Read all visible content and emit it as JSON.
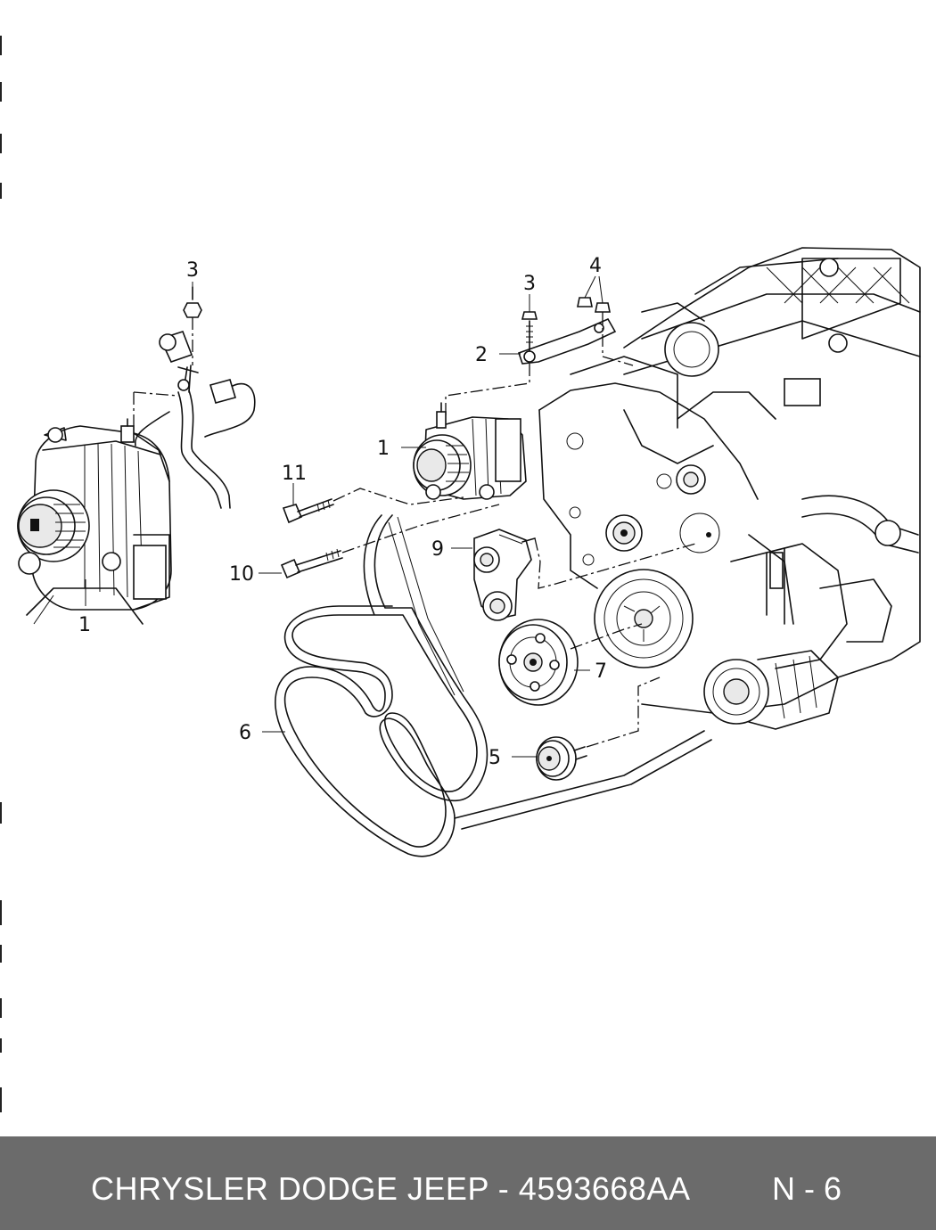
{
  "callouts": {
    "left_alternator": "1",
    "left_nut": "3",
    "main_alternator": "1",
    "bracket": "2",
    "bracket_bolt": "3",
    "bracket_nuts": "4",
    "idler_small": "5",
    "belt": "6",
    "idler_large": "7",
    "tensioner": "9",
    "long_bolt": "10",
    "short_bolt": "11"
  },
  "footer": {
    "text": "CHRYSLER DODGE JEEP - 4593668AA",
    "page": "N - 6"
  }
}
